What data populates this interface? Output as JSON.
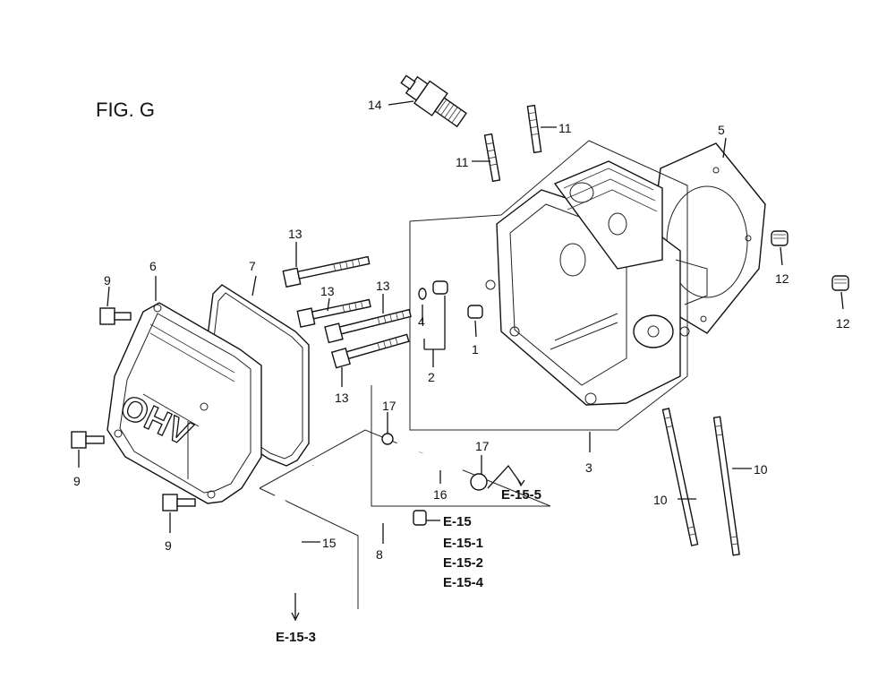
{
  "figure": {
    "title": "FIG. G"
  },
  "callouts": {
    "c1": "1",
    "c2": "2",
    "c3": "3",
    "c4": "4",
    "c5": "5",
    "c6": "6",
    "c7": "7",
    "c8": "8",
    "c9a": "9",
    "c9b": "9",
    "c9c": "9",
    "c10a": "10",
    "c10b": "10",
    "c11a": "11",
    "c11b": "11",
    "c12a": "12",
    "c12b": "12",
    "c13a": "13",
    "c13b": "13",
    "c13c": "13",
    "c13d": "13",
    "c14": "14",
    "c15": "15",
    "c16": "16",
    "c17a": "17",
    "c17b": "17"
  },
  "references": {
    "e15": "E-15",
    "e15_1": "E-15-1",
    "e15_2": "E-15-2",
    "e15_4": "E-15-4",
    "e15_3": "E-15-3",
    "e15_5": "E-15-5"
  },
  "cover_marking": "OHV"
}
